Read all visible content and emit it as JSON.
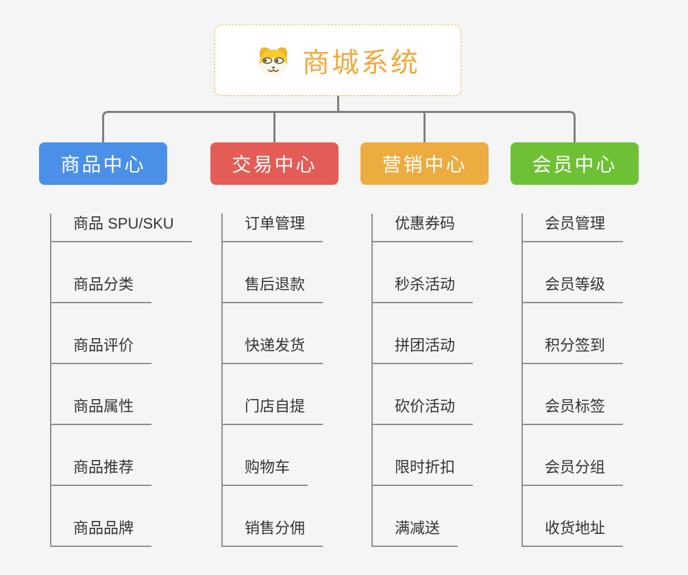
{
  "root": {
    "title": "商城系统",
    "icon": "dog-face-icon"
  },
  "branches": [
    {
      "label": "商品中心",
      "color": "#4a90e8",
      "items": [
        "商品 SPU/SKU",
        "商品分类",
        "商品评价",
        "商品属性",
        "商品推荐",
        "商品品牌"
      ]
    },
    {
      "label": "交易中心",
      "color": "#e45c56",
      "items": [
        "订单管理",
        "售后退款",
        "快递发货",
        "门店自提",
        "购物车",
        "销售分佣"
      ]
    },
    {
      "label": "营销中心",
      "color": "#edac40",
      "items": [
        "优惠券码",
        "秒杀活动",
        "拼团活动",
        "砍价活动",
        "限时折扣",
        "满减送"
      ]
    },
    {
      "label": "会员中心",
      "color": "#6ec134",
      "items": [
        "会员管理",
        "会员等级",
        "积分签到",
        "会员标签",
        "会员分组",
        "收货地址"
      ]
    }
  ],
  "colors": {
    "bg": "#f5f5f6",
    "tree-line": "#7f7f7f",
    "underline": "#8f8f8f",
    "item-text": "#333333",
    "root-accent": "#f2a93c",
    "root-border": "#f7b84b"
  }
}
